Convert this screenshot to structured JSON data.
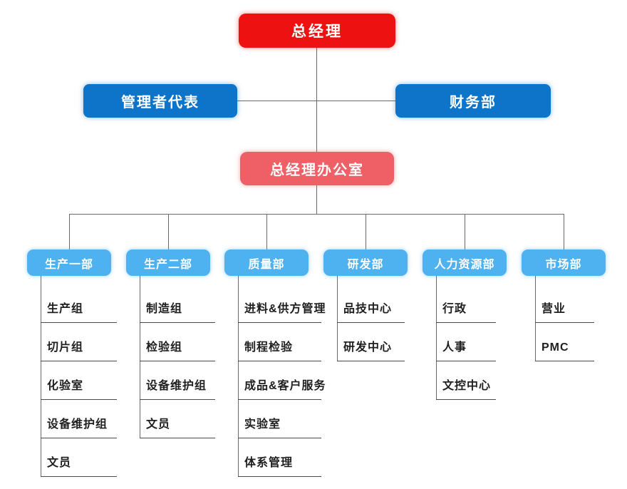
{
  "nodes": {
    "root": {
      "label": "总经理"
    },
    "management_rep": {
      "label": "管理者代表"
    },
    "finance": {
      "label": "财务部"
    },
    "gm_office": {
      "label": "总经理办公室"
    }
  },
  "departments": [
    {
      "label": "生产一部",
      "children": [
        "生产组",
        "切片组",
        "化验室",
        "设备维护组",
        "文员"
      ]
    },
    {
      "label": "生产二部",
      "children": [
        "制造组",
        "检验组",
        "设备维护组",
        "文员"
      ]
    },
    {
      "label": "质量部",
      "children": [
        "进料&供方管理",
        "制程检验",
        "成品&客户服务",
        "实验室",
        "体系管理"
      ]
    },
    {
      "label": "研发部",
      "children": [
        "品技中心",
        "研发中心"
      ]
    },
    {
      "label": "人力资源部",
      "children": [
        "行政",
        "人事",
        "文控中心"
      ]
    },
    {
      "label": "市场部",
      "children": [
        "营业",
        "PMC"
      ]
    }
  ],
  "colors": {
    "root": "#ee1111",
    "level2": "#0d74c9",
    "level3": "#ef5f66",
    "dept": "#4eb2f1",
    "line": "#6a6a6a",
    "underline": "#4a4a4a",
    "text": "#1f1f1f"
  }
}
